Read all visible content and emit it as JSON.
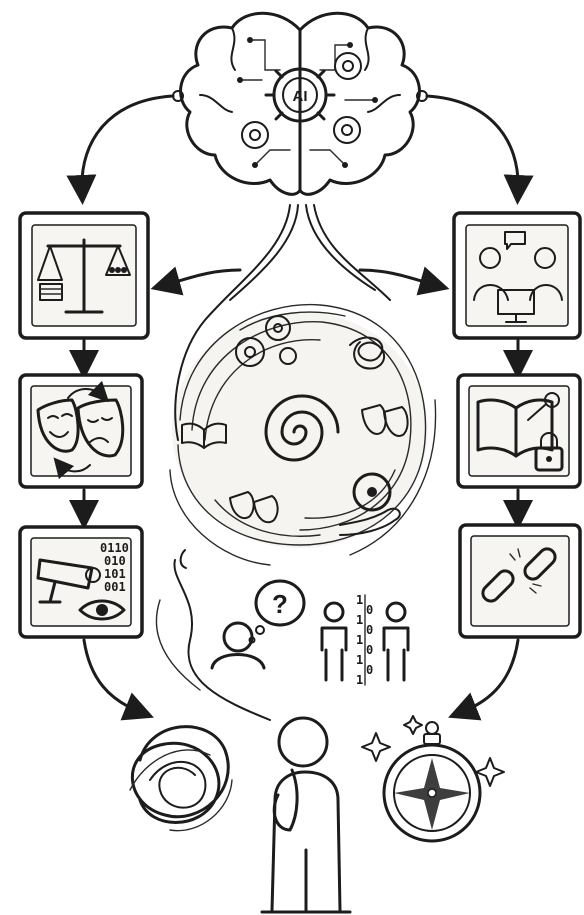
{
  "brain": {
    "label": "AI"
  },
  "surveillance_panel": {
    "binary": [
      "0110",
      "010",
      "101",
      "001"
    ]
  },
  "binary_column": {
    "digits": [
      "1",
      "0",
      "1",
      "0",
      "1",
      "0",
      "1",
      "0",
      "1"
    ]
  },
  "question_bubble": {
    "mark": "?"
  },
  "colors": {
    "ink": "#1c1c1c",
    "background": "#ffffff",
    "swirl_tint": "#efece6"
  }
}
